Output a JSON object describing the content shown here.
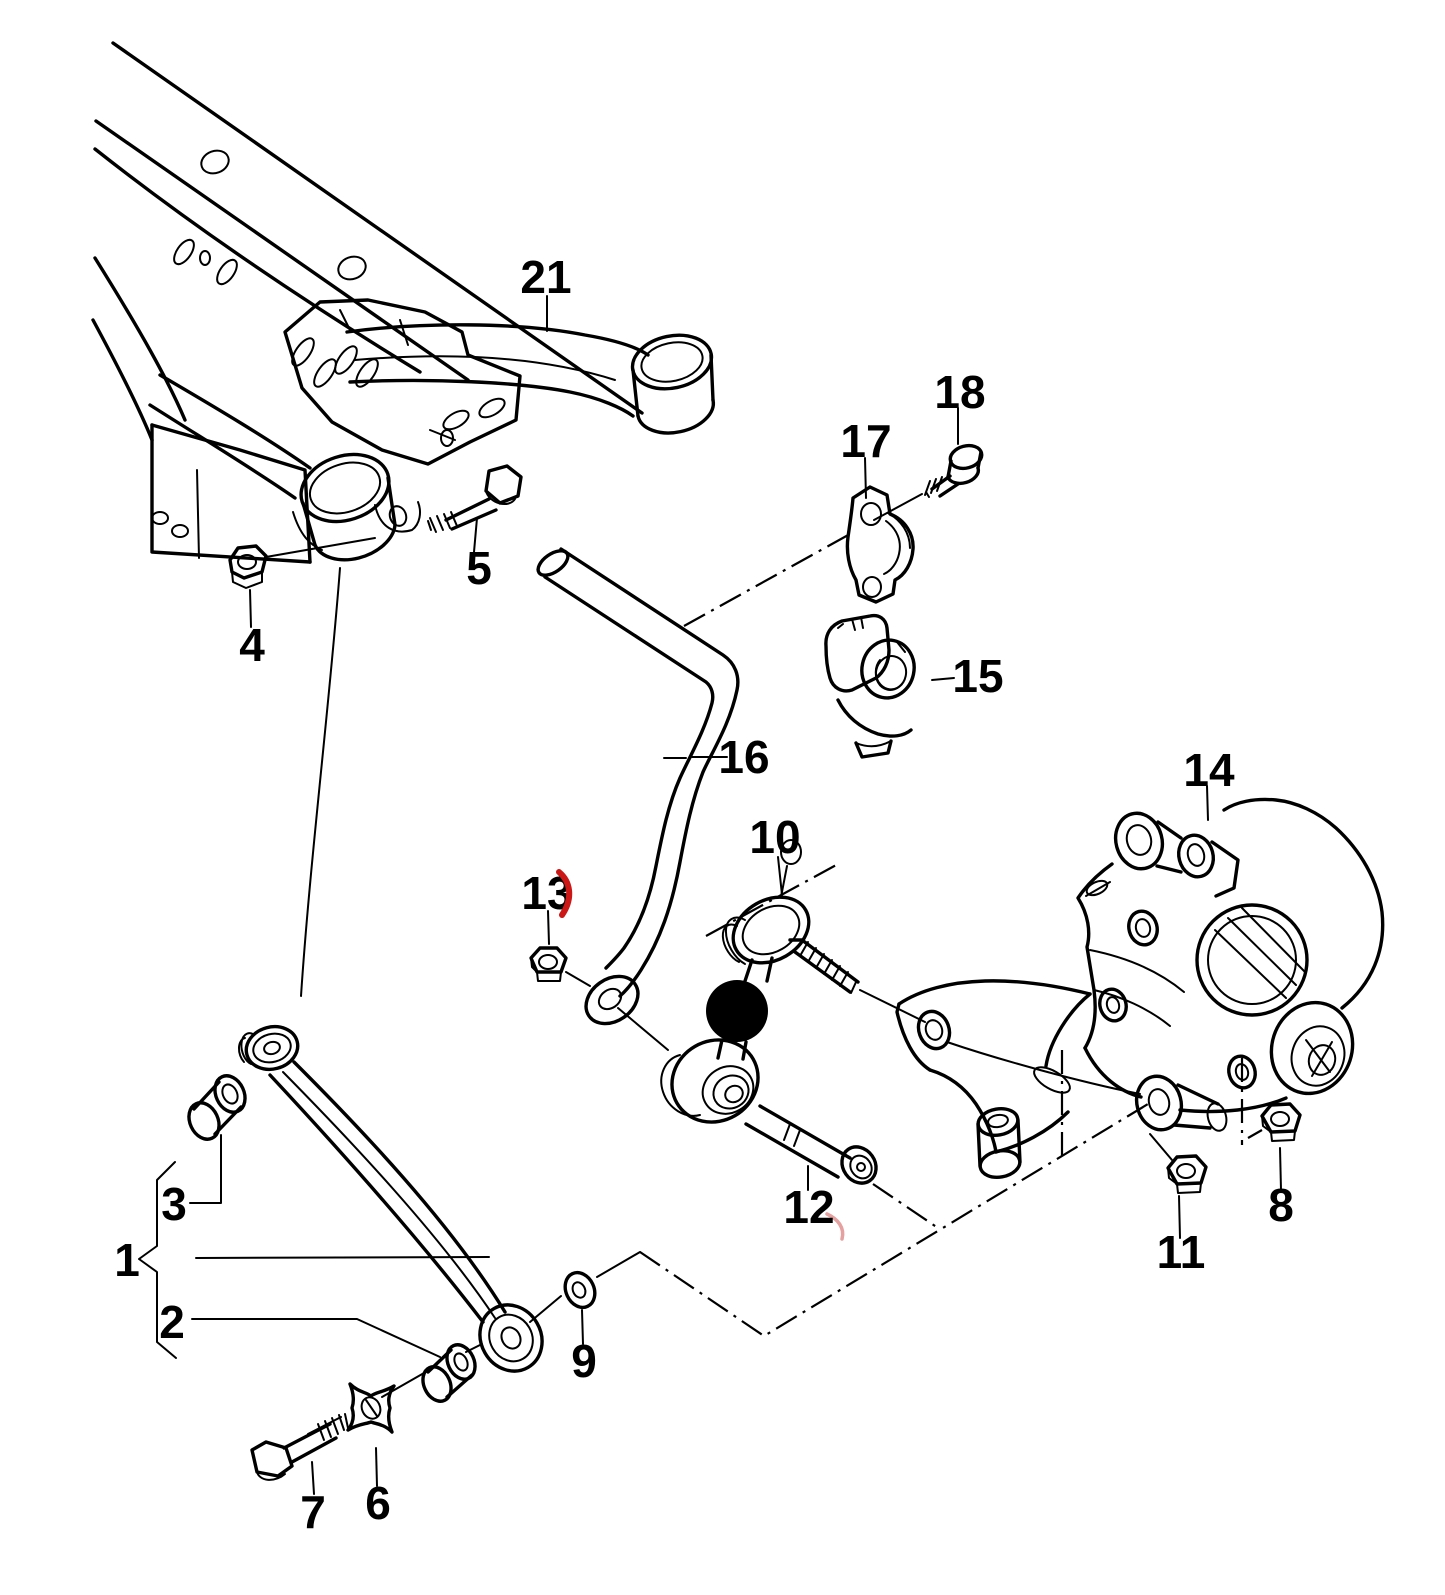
{
  "figure": {
    "kind": "exploded-parts-line-diagram",
    "description": "rear axle stabilizer bar, trailing arm and wheel bearing housing exploded view",
    "colors": {
      "line": "#000000",
      "background": "#ffffff",
      "highlight_red": "#cc1717",
      "faint_red": "#e5a0a0",
      "marker_fill": "#000000"
    },
    "markers": {
      "black_dot": "solid filled circle covering stabilizer link centre",
      "red_paren_after_13": "(",
      "red_faint_arc_near_12": "small faint red arc"
    },
    "callouts": [
      {
        "label": "1"
      },
      {
        "label": "2"
      },
      {
        "label": "3"
      },
      {
        "label": "4"
      },
      {
        "label": "5"
      },
      {
        "label": "6"
      },
      {
        "label": "7"
      },
      {
        "label": "8"
      },
      {
        "label": "9"
      },
      {
        "label": "10"
      },
      {
        "label": "11"
      },
      {
        "label": "12"
      },
      {
        "label": "13"
      },
      {
        "label": "14"
      },
      {
        "label": "15"
      },
      {
        "label": "16"
      },
      {
        "label": "17"
      },
      {
        "label": "18"
      },
      {
        "label": "21"
      }
    ]
  }
}
